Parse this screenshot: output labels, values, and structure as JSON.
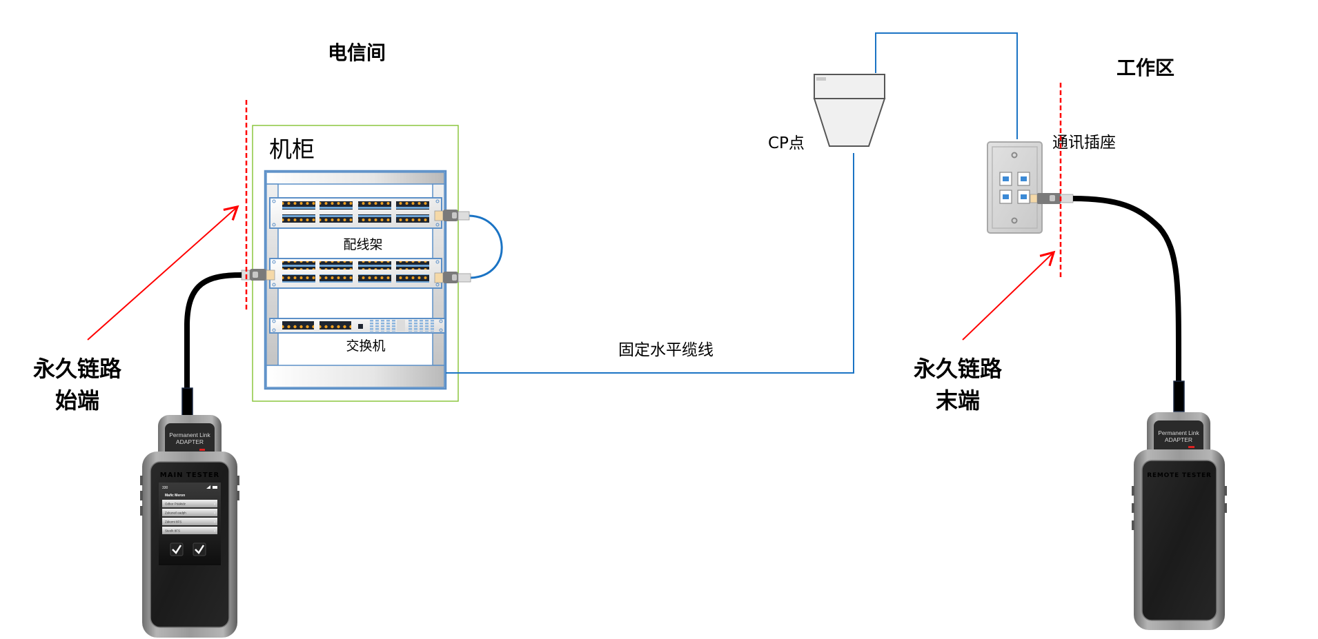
{
  "zones": {
    "telecom_room": "电信间",
    "work_area": "工作区"
  },
  "components": {
    "cabinet": "机柜",
    "patch_panel": "配线架",
    "switch": "交换机",
    "cp_point": "CP点",
    "outlet": "通讯插座",
    "horizontal_cable": "固定水平缆线"
  },
  "annotations": {
    "start": {
      "line1": "永久链路",
      "line2": "始端"
    },
    "end": {
      "line1": "永久链路",
      "line2": "末端"
    }
  },
  "main_tester": {
    "adapter_line1": "Permanent Link",
    "adapter_line2": "ADAPTER",
    "brand": "MAIN TESTER",
    "status_left": "330",
    "screen_title": "Mafic Meron",
    "menu": [
      "Odbor Pöäktdz",
      "Zukuneil eadph",
      "Zäkomi 8FS",
      "Steolk 8FS"
    ]
  },
  "remote_tester": {
    "adapter_line1": "Permanent Link",
    "adapter_line2": "ADAPTER",
    "brand": "REMOTE TESTER"
  },
  "colors": {
    "cable_blue": "#1a73c4",
    "boundary_red": "#ff0000",
    "cabinet_green": "#8cc63f",
    "rack_blue": "#5b8fc7",
    "tester_brand": "#e8533f"
  }
}
